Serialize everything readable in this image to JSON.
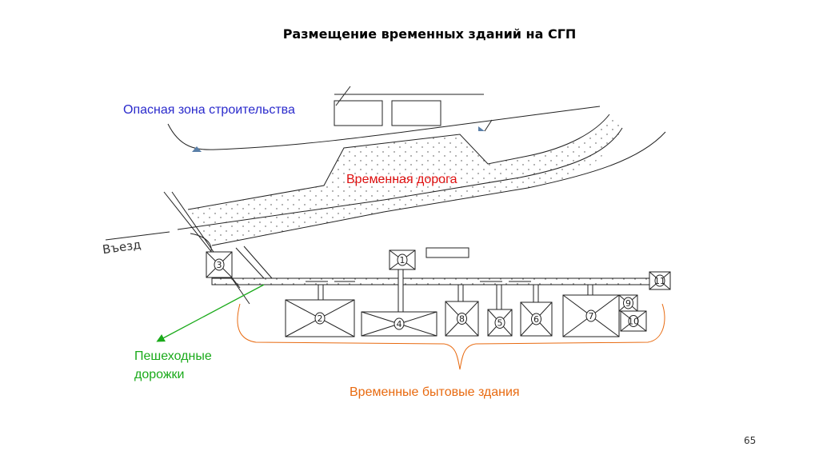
{
  "title": "Размещение временных зданий на СГП",
  "labels": {
    "danger_zone": "Опасная зона строительства",
    "temp_road": "Временная дорога",
    "pedestrian_1": "Пешеходные",
    "pedestrian_2": "дорожки",
    "temp_buildings": "Временные бытовые здания",
    "entry": "Въезд"
  },
  "buildings": [
    "1",
    "2",
    "3",
    "4",
    "5",
    "6",
    "7",
    "8",
    "9",
    "10",
    "11"
  ],
  "colors": {
    "danger_zone": "#2a2acc",
    "temp_road": "#e01010",
    "pedestrian": "#1aaa1a",
    "temp_buildings": "#e86a10"
  },
  "page_number": "65"
}
